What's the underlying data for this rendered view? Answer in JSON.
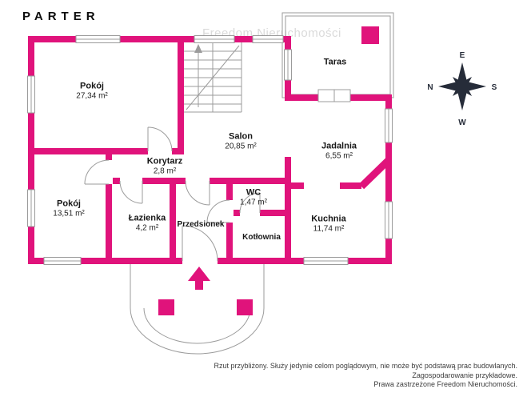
{
  "title": "PARTER",
  "watermark": "Freedom Nieruchomości",
  "colors": {
    "wall": "#e0137b",
    "outline": "#9b9b9b",
    "text": "#1e1e1e",
    "compass": "#262c39"
  },
  "rooms": {
    "pokoj1": {
      "name": "Pokój",
      "area": "27,34 m²"
    },
    "salon": {
      "name": "Salon",
      "area": "20,85 m²"
    },
    "taras": {
      "name": "Taras"
    },
    "jadalnia": {
      "name": "Jadalnia",
      "area": "6,55 m²"
    },
    "korytarz": {
      "name": "Korytarz",
      "area": "2,8 m²"
    },
    "pokoj2": {
      "name": "Pokój",
      "area": "13,51 m²"
    },
    "lazienka": {
      "name": "Łazienka",
      "area": "4,2 m²"
    },
    "przedsionek": {
      "name": "Przedsionek"
    },
    "wc": {
      "name": "WC",
      "area": "1,47 m²"
    },
    "kotlownia": {
      "name": "Kotłownia"
    },
    "kuchnia": {
      "name": "Kuchnia",
      "area": "11,74 m²"
    }
  },
  "compass": {
    "top": "E",
    "right": "S",
    "bottom": "W",
    "left": "N"
  },
  "footer": {
    "line1": "Rzut przybliżony. Służy jedynie celom poglądowym, nie może być podstawą prac budowlanych.",
    "line2": "Zagospodarowanie przykładowe.",
    "line3": "Prawa zastrzeżone Freedom Nieruchomości."
  }
}
